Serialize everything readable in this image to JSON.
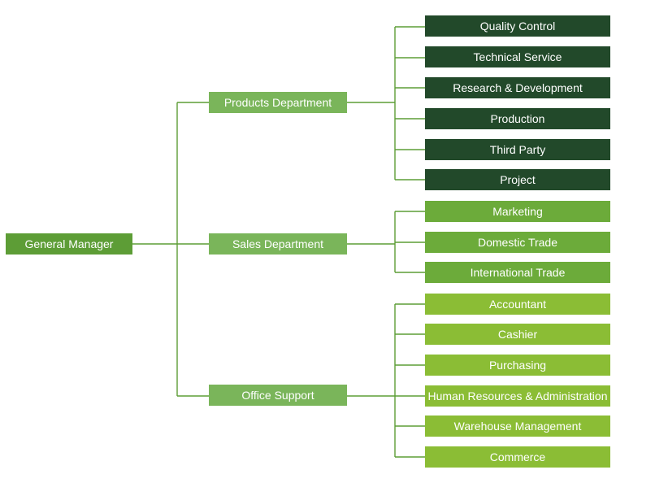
{
  "root": {
    "label": "General Manager"
  },
  "departments": [
    {
      "label": "Products Department",
      "units": [
        "Quality Control",
        "Technical Service",
        "Research & Development",
        "Production",
        "Third Party",
        "Project"
      ]
    },
    {
      "label": "Sales Department",
      "units": [
        "Marketing",
        "Domestic Trade",
        "International Trade"
      ]
    },
    {
      "label": "Office Support",
      "units": [
        "Accountant",
        "Cashier",
        "Purchasing",
        "Human Resources & Administration",
        "Warehouse Management",
        "Commerce"
      ]
    }
  ],
  "colors": {
    "connector": "#5d9d36",
    "root": "#5d9d36",
    "department": "#7ab55a",
    "products_units": "#22492a",
    "sales_units": "#6cab3a",
    "office_units": "#8bbd35",
    "text": "#ffffff"
  }
}
